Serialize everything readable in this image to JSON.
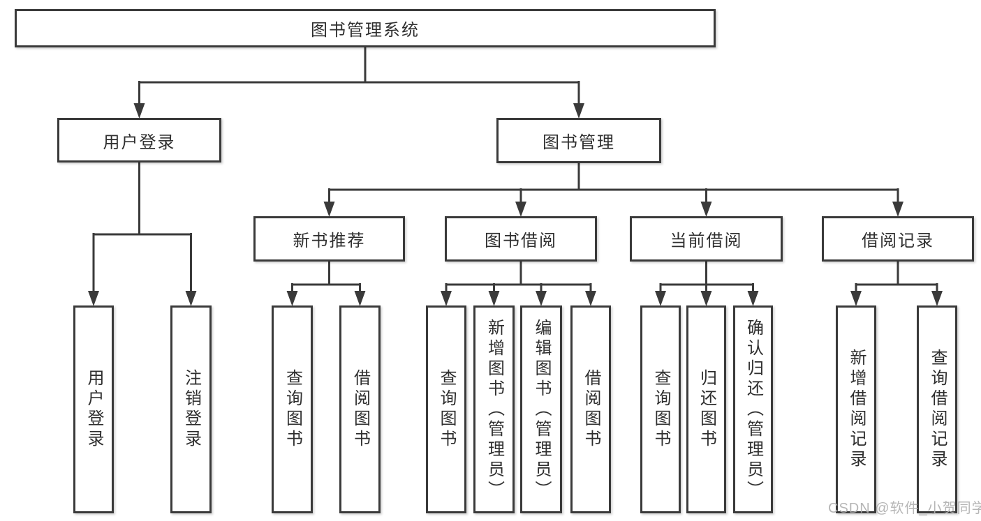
{
  "diagram": {
    "title": "图书管理系统",
    "type": "hierarchy-tree"
  },
  "colors": {
    "line": "#3a3a3a",
    "box_border": "#3a3a3a",
    "text": "#2e2e2e",
    "watermark": "#b0b0b0",
    "background": "#ffffff"
  },
  "watermark": {
    "text": "CSDN @软件_小贺同学"
  },
  "tree": {
    "id": "system",
    "label": "图书管理系统",
    "orientation": "horizontal",
    "children": [
      {
        "id": "user-login",
        "label": "用户登录",
        "orientation": "horizontal",
        "children": [
          {
            "id": "login",
            "label": "用户登录",
            "orientation": "vertical",
            "children": []
          },
          {
            "id": "logout",
            "label": "注销登录",
            "orientation": "vertical",
            "children": []
          }
        ]
      },
      {
        "id": "book-mgmt",
        "label": "图书管理",
        "orientation": "horizontal",
        "children": [
          {
            "id": "recommend",
            "label": "新书推荐",
            "orientation": "horizontal",
            "children": [
              {
                "id": "rec-query-book",
                "label": "查询图书",
                "orientation": "vertical",
                "children": []
              },
              {
                "id": "rec-borrow-book",
                "label": "借阅图书",
                "orientation": "vertical",
                "children": []
              }
            ]
          },
          {
            "id": "borrow",
            "label": "图书借阅",
            "orientation": "horizontal",
            "children": [
              {
                "id": "bor-query-book",
                "label": "查询图书",
                "orientation": "vertical",
                "children": []
              },
              {
                "id": "bor-add-book-admin",
                "label": "新增图书（管理员）",
                "orientation": "vertical",
                "children": []
              },
              {
                "id": "bor-edit-book-admin",
                "label": "编辑图书（管理员）",
                "orientation": "vertical",
                "children": []
              },
              {
                "id": "bor-borrow-book",
                "label": "借阅图书",
                "orientation": "vertical",
                "children": []
              }
            ]
          },
          {
            "id": "current",
            "label": "当前借阅",
            "orientation": "horizontal",
            "children": [
              {
                "id": "cur-query-book",
                "label": "查询图书",
                "orientation": "vertical",
                "children": []
              },
              {
                "id": "cur-return-book",
                "label": "归还图书",
                "orientation": "vertical",
                "children": []
              },
              {
                "id": "cur-confirm-return-admin",
                "label": "确认归还（管理员）",
                "orientation": "vertical",
                "children": []
              }
            ]
          },
          {
            "id": "records",
            "label": "借阅记录",
            "orientation": "horizontal",
            "children": [
              {
                "id": "add-borrow-record",
                "label": "新增借阅记录",
                "orientation": "vertical",
                "children": []
              },
              {
                "id": "query-borrow-record",
                "label": "查询借阅记录",
                "orientation": "vertical",
                "children": []
              }
            ]
          }
        ]
      }
    ]
  }
}
